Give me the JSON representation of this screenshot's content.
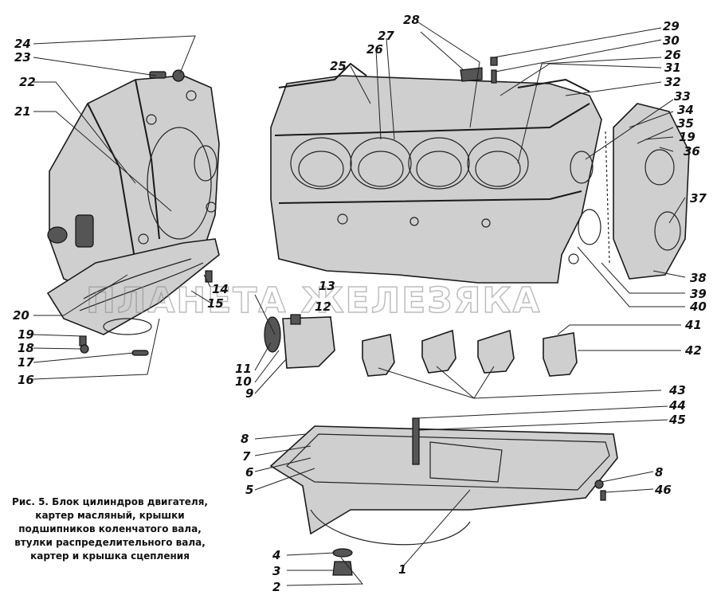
{
  "watermark": "ПЛАНЕТА ЖЕЛЕЗЯКА",
  "caption": "Рис. 5. Блок цилиндров двигателя, картер масляный, крышки подшипников коленчатого вала, втулки распределительного вала, картер и крышка сцепления",
  "callouts": [
    "1",
    "2",
    "3",
    "4",
    "5",
    "6",
    "7",
    "8",
    "8",
    "9",
    "10",
    "11",
    "12",
    "13",
    "14",
    "15",
    "16",
    "17",
    "18",
    "19",
    "19",
    "20",
    "21",
    "22",
    "23",
    "24",
    "25",
    "26",
    "26",
    "27",
    "28",
    "29",
    "30",
    "31",
    "32",
    "33",
    "34",
    "35",
    "36",
    "37",
    "38",
    "39",
    "40",
    "41",
    "42",
    "43",
    "44",
    "45",
    "46"
  ]
}
